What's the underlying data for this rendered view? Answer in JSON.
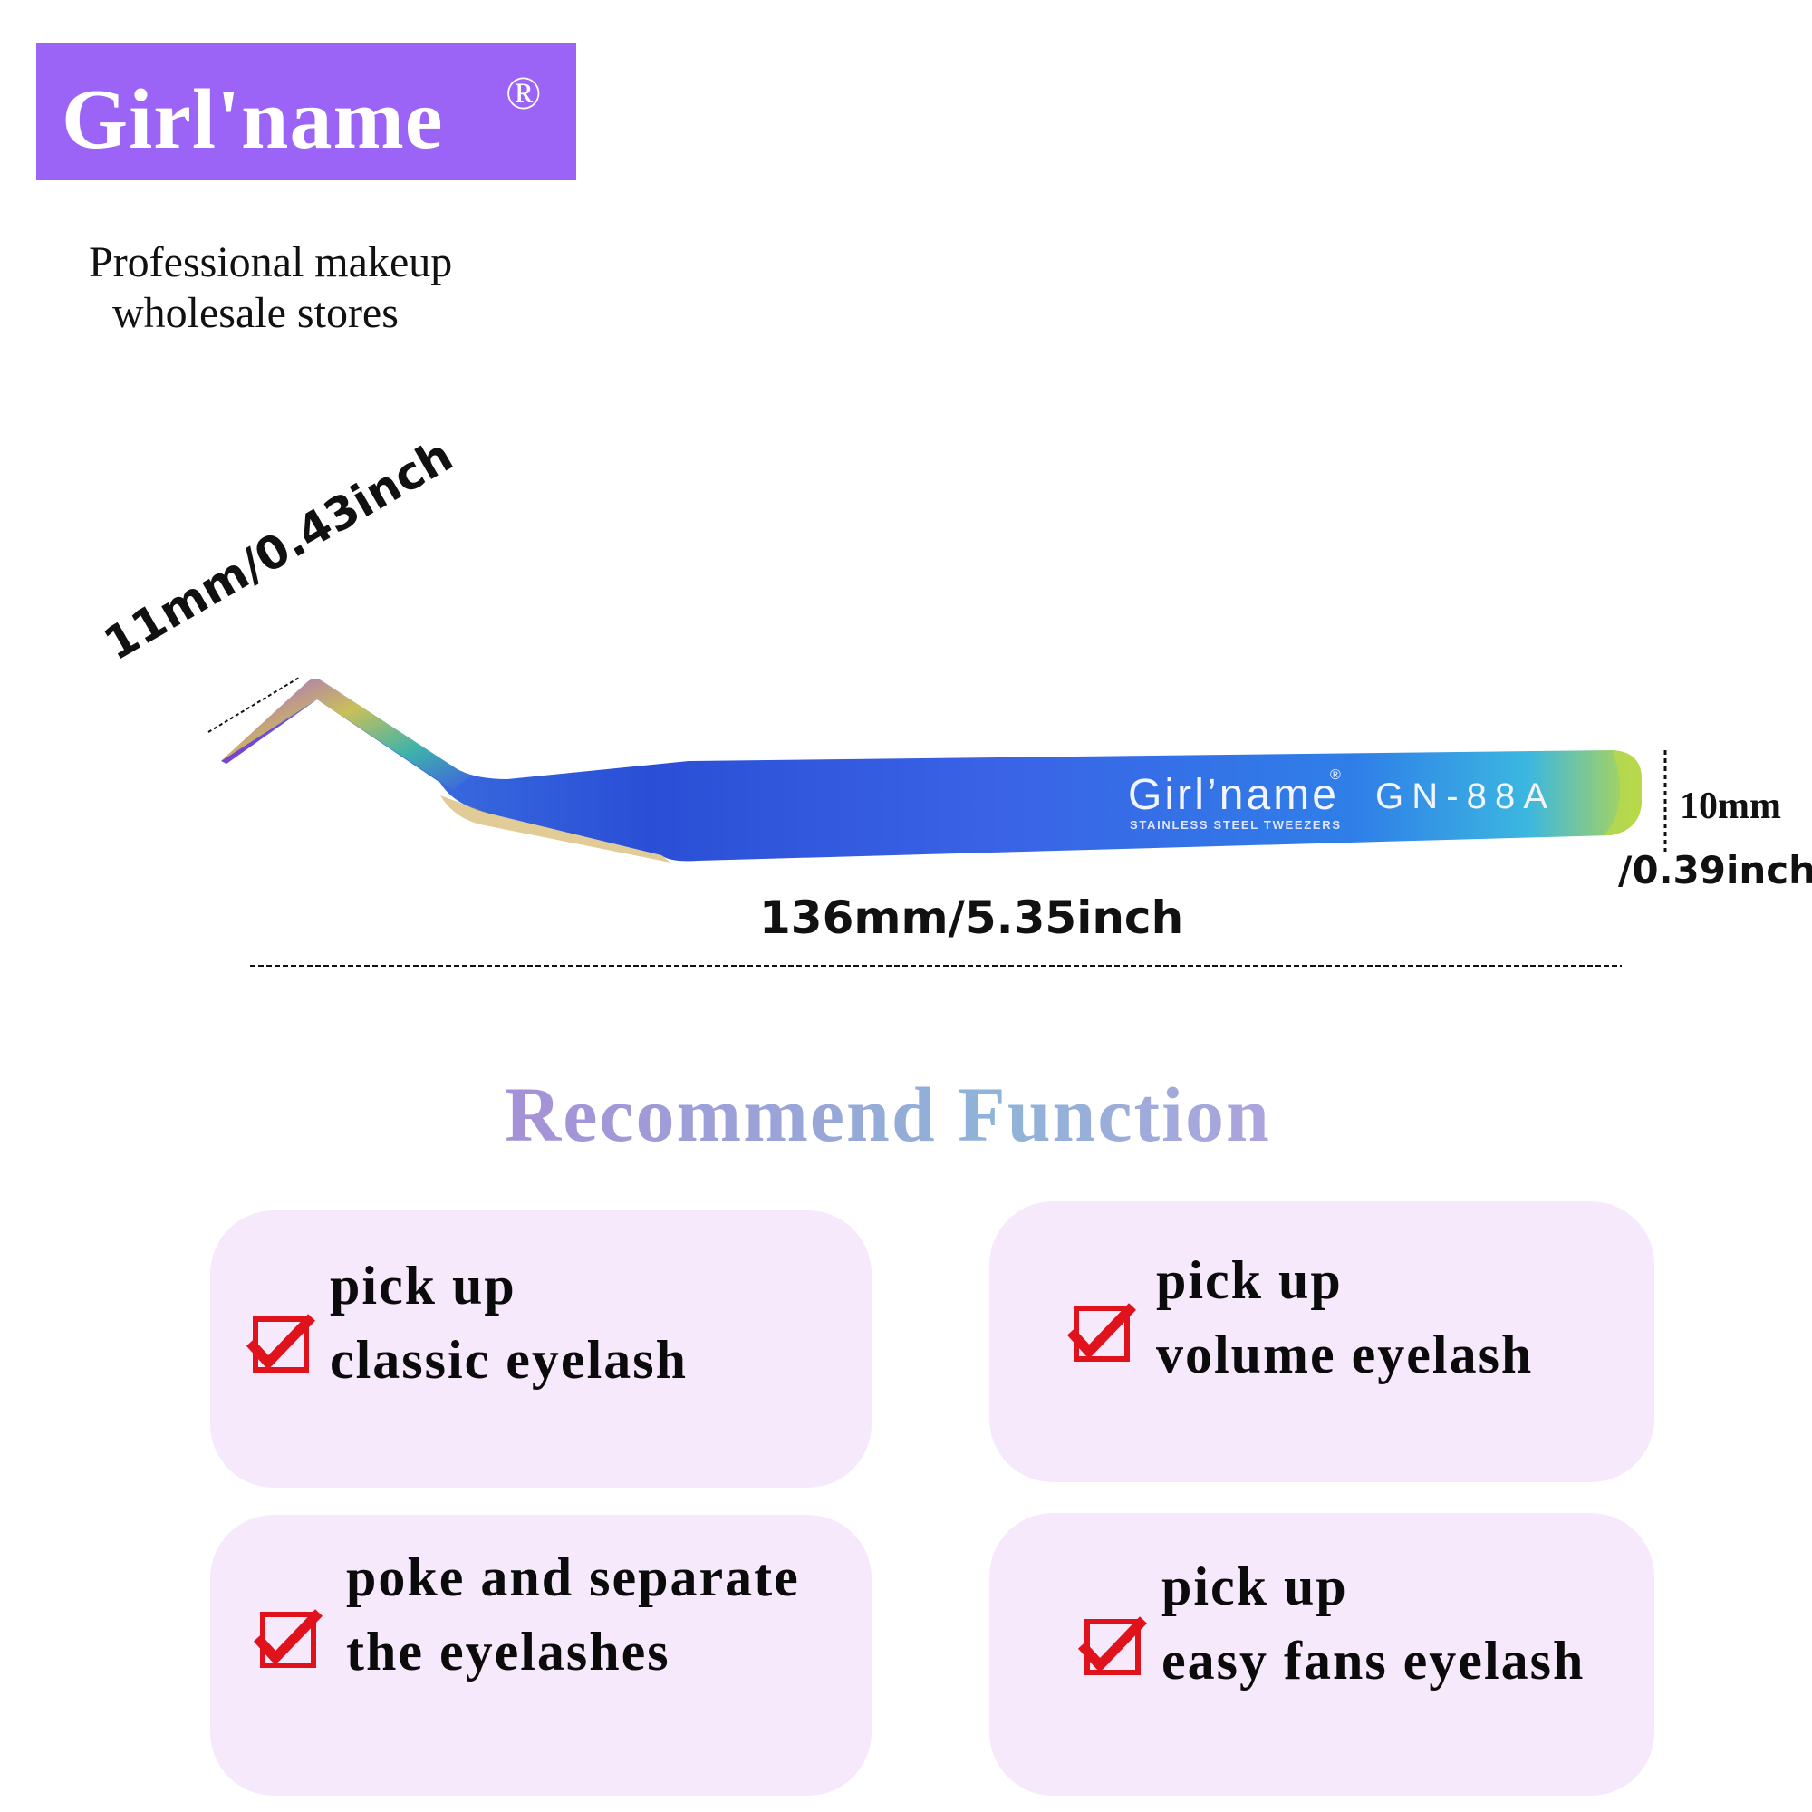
{
  "brand": {
    "logo_text": "Girl'name",
    "registered_mark": "®",
    "logo_bg_color": "#9b63f6",
    "tagline_line1": "Professional makeup",
    "tagline_line2": "wholesale stores"
  },
  "product": {
    "engraved_brand": "Girl'name",
    "engraved_sub": "STAINLESS STEEL TWEEZERS",
    "model": "GN-88A",
    "tip_length": "11mm/0.43inch",
    "total_length": "136mm/5.35inch",
    "width_line1": "10mm",
    "width_line2": "/0.39inch"
  },
  "section": {
    "title": "Recommend Function"
  },
  "functions": [
    {
      "line1": "pick up",
      "line2": "classic eyelash"
    },
    {
      "line1": "pick up",
      "line2": "volume eyelash"
    },
    {
      "line1": "poke and separate",
      "line2": "the eyelashes"
    },
    {
      "line1": "pick up",
      "line2": "easy fans eyelash"
    }
  ],
  "colors": {
    "card_bg": "#f6e9fb",
    "check_red": "#e0121c"
  },
  "icons": {
    "check": "checkbox-checked-icon",
    "tweezers": "tweezers-illustration"
  }
}
